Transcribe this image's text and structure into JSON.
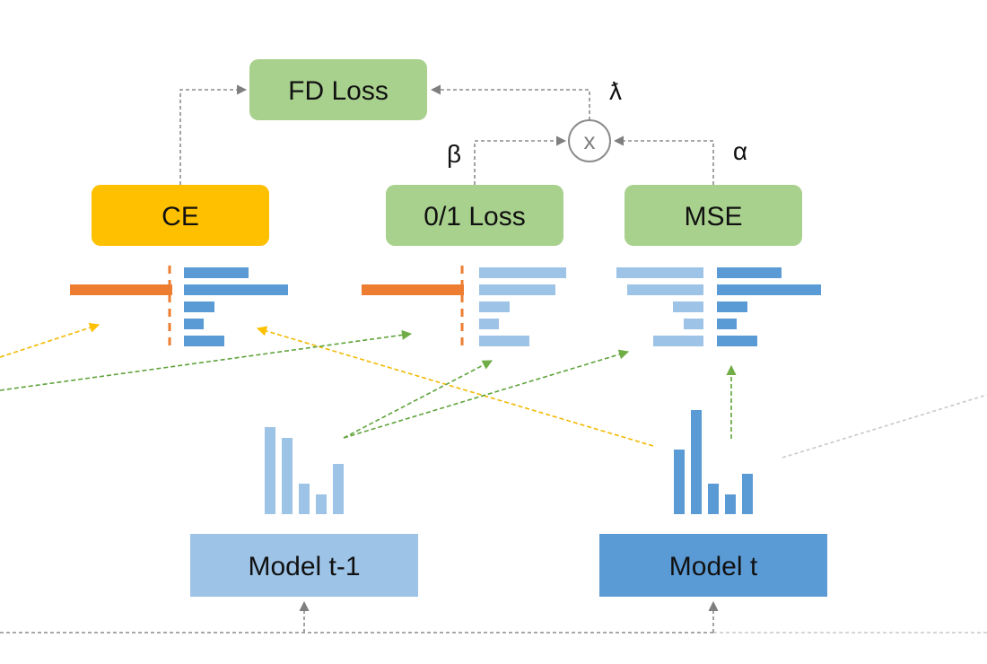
{
  "nodes": {
    "fd_loss": "FD Loss",
    "ce": "CE",
    "zero_one_loss": "0/1 Loss",
    "mse": "MSE",
    "model_prev": "Model t-1",
    "model_cur": "Model t"
  },
  "operator": "x",
  "weights": {
    "lambda": "ƛ",
    "beta": "β",
    "alpha": "α"
  },
  "colors": {
    "green_box": "#a9d18e",
    "orange_box": "#ffc000",
    "light_blue": "#9dc3e6",
    "mid_blue": "#5b9bd5",
    "orange_bar": "#ed7d31",
    "arrow_gray": "#8c8c8c",
    "arrow_yellow": "#f2b900",
    "arrow_green": "#5ea33a"
  }
}
